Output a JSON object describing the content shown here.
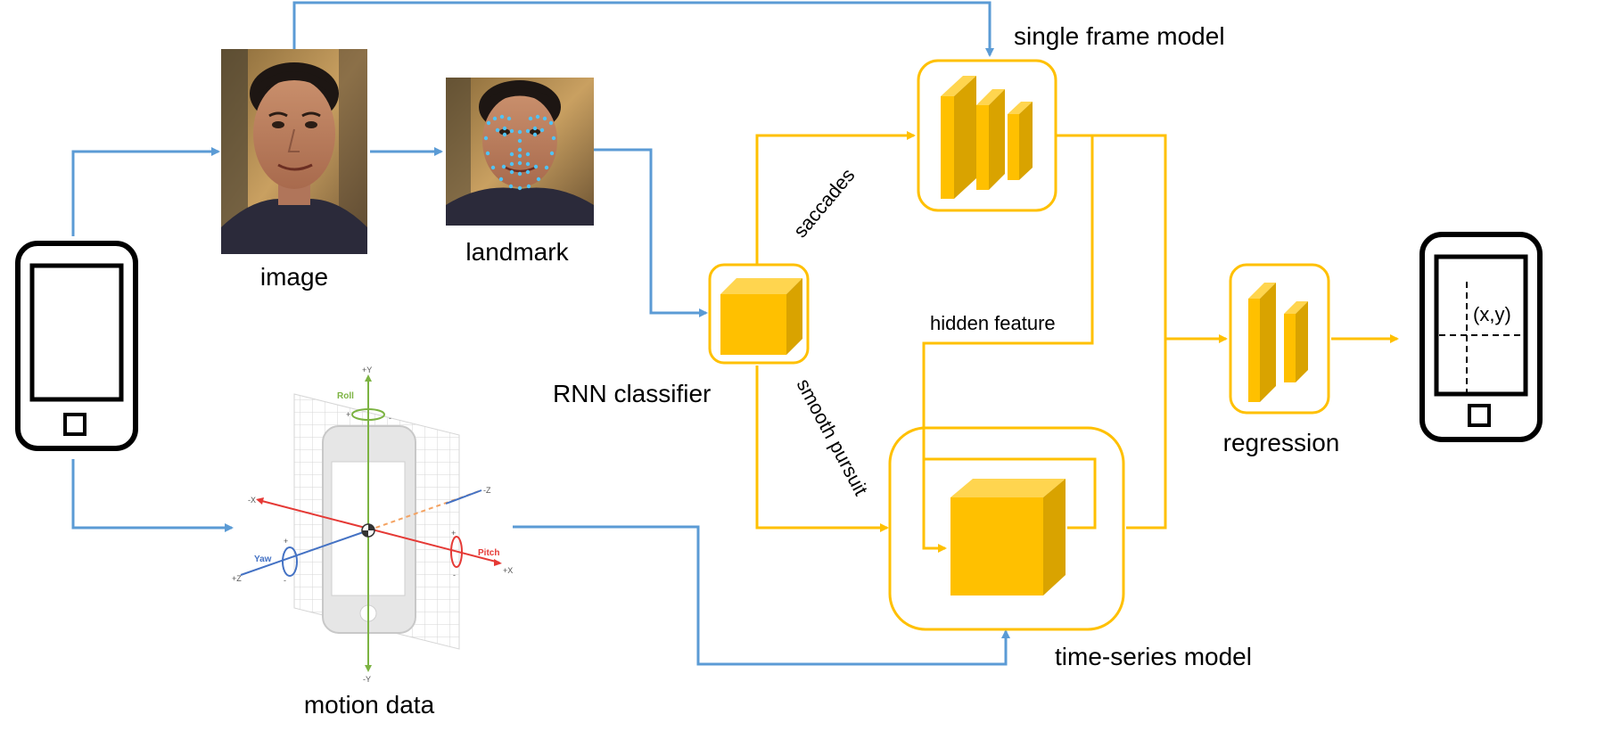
{
  "labels": {
    "image": "image",
    "landmark": "landmark",
    "motion_data": "motion data",
    "rnn_classifier": "RNN classifier",
    "single_frame_model": "single frame model",
    "time_series_model": "time-series model",
    "regression": "regression",
    "saccades": "saccades",
    "smooth_pursuit": "smooth pursuit",
    "hidden_feature": "hidden feature",
    "gaze_point": "(x,y)"
  },
  "axes": {
    "pos_y": "+Y",
    "neg_y": "-Y",
    "pos_x": "+X",
    "neg_x": "-X",
    "pos_z": "+Z",
    "neg_z": "-Z",
    "roll": "Roll",
    "pitch": "Pitch",
    "yaw": "Yaw",
    "plus": "+",
    "minus": "-"
  },
  "colors": {
    "blue_flow": "#5b9bd5",
    "yellow_flow": "#ffc000",
    "cube_face": "#ffc000",
    "cube_side": "#d9a300",
    "cube_top": "#ffd54f",
    "roll": "#7cb342",
    "pitch": "#e53935",
    "yaw": "#4472c4"
  },
  "icons": {
    "phone_left": "smartphone-icon",
    "phone_right": "smartphone-gaze-icon",
    "face_photo": "face-photo",
    "face_landmarks": "face-landmark-photo",
    "motion_axes": "phone-motion-axes"
  }
}
